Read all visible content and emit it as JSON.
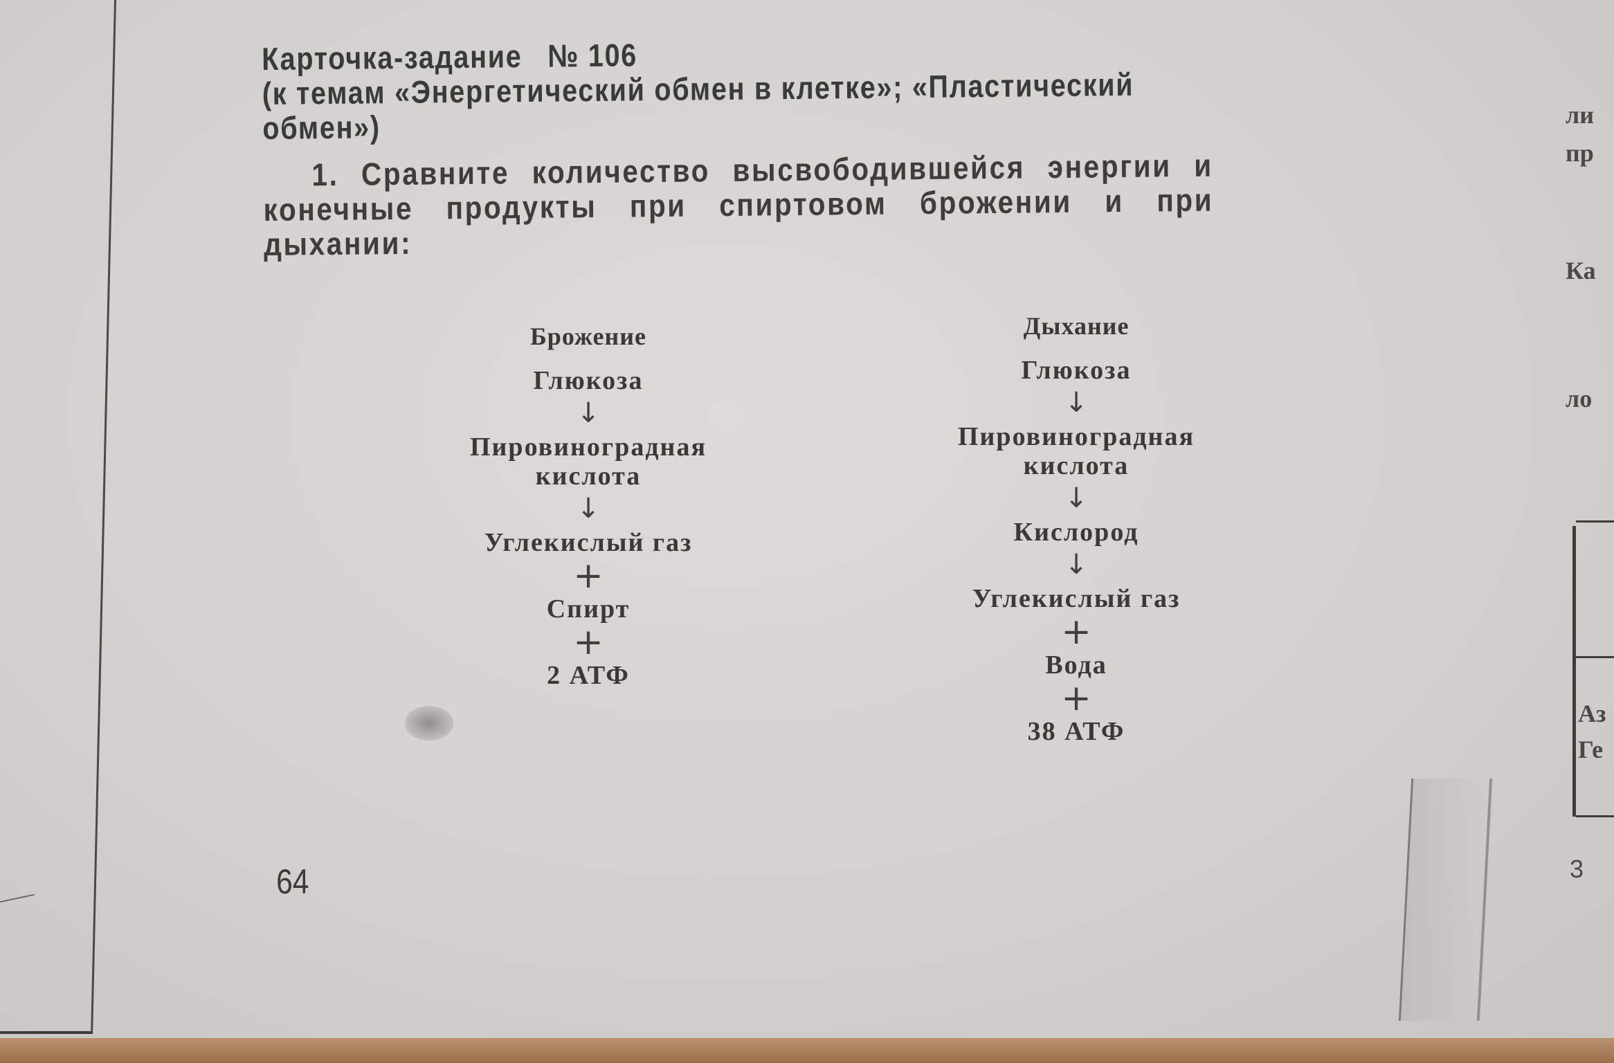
{
  "card": {
    "title": "Карточка-задание",
    "number_sign": "№",
    "number": "106",
    "topics_line1": "(к темам «Энергетический обмен в клетке»; «Пластический",
    "topics_line2": "обмен»)"
  },
  "task": {
    "number": "1.",
    "text": "Сравните количество высвободившейся энергии и конечные продукты при спиртовом брожении и при дыхании:"
  },
  "scheme": {
    "fermentation": {
      "title": "Брожение",
      "steps": [
        "Глюкоза",
        "Пировиноградная\nкислота",
        "Углекислый газ",
        "Спирт",
        "2 АТФ"
      ],
      "connectors": [
        "arrow",
        "arrow",
        "plus",
        "plus"
      ]
    },
    "respiration": {
      "title": "Дыхание",
      "steps": [
        "Глюкоза",
        "Пировиноградная\nкислота",
        "Кислород",
        "Углекислый газ",
        "Вода",
        "38 АТФ"
      ],
      "connectors": [
        "arrow",
        "arrow",
        "arrow",
        "plus",
        "plus"
      ]
    }
  },
  "symbols": {
    "arrow": "↓",
    "plus": "+"
  },
  "page_number": "64",
  "adjacent_page": {
    "fragments": [
      "ли",
      "пр",
      "Ка",
      "ло",
      "Аз",
      "Ге"
    ],
    "page_number": "3"
  }
}
